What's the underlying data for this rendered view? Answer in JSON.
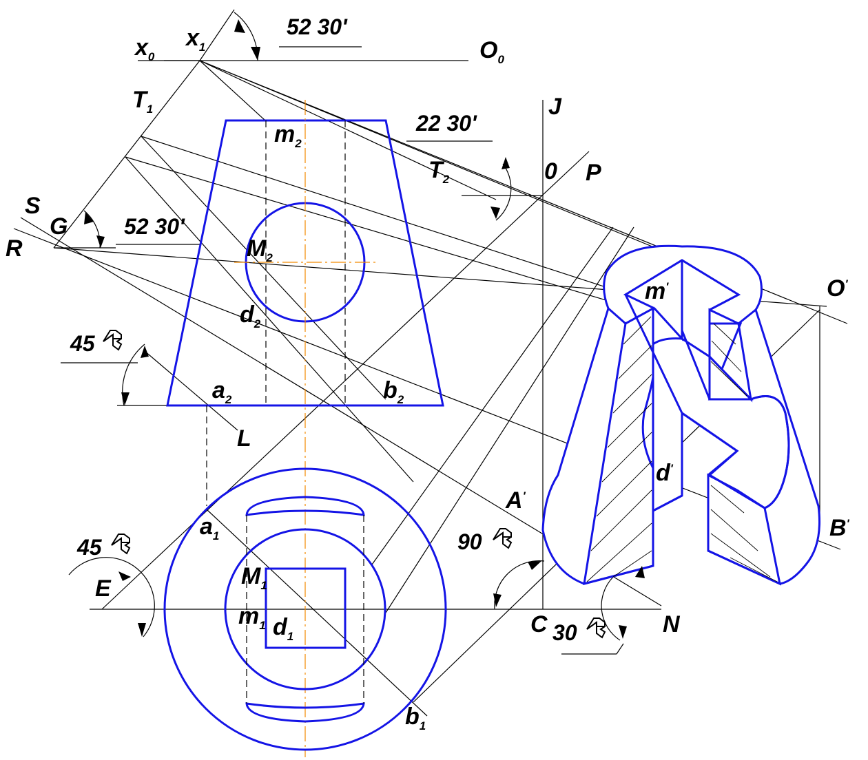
{
  "colors": {
    "outline": "#1414e6",
    "construction": "#000000",
    "center_line": "#f28a00",
    "background": "#ffffff"
  },
  "labels": {
    "x0": "x",
    "x0_sub": "0",
    "x1": "x",
    "x1_sub": "1",
    "O0": "O",
    "O0_sub": "0",
    "T1": "T",
    "T1_sub": "1",
    "T2": "T",
    "T2_sub": "2",
    "J": "J",
    "zero": "0",
    "P": "P",
    "S": "S",
    "G": "G",
    "R": "R",
    "L": "L",
    "m2": "m",
    "m2_sub": "2",
    "M2": "M",
    "M2_sub": "2",
    "d2": "d",
    "d2_sub": "2",
    "a2": "a",
    "a2_sub": "2",
    "b2": "b",
    "b2_sub": "2",
    "m_prime": "m",
    "m_prime_mark": "'",
    "O_prime": "O",
    "O_prime_mark": "'",
    "d_prime": "d",
    "d_prime_mark": "'",
    "A_prime": "A",
    "A_prime_mark": "'",
    "B_prime": "B",
    "B_prime_mark": "'",
    "a1": "a",
    "a1_sub": "1",
    "M1": "M",
    "M1_sub": "1",
    "m1": "m",
    "m1_sub": "1",
    "d1": "d",
    "d1_sub": "1",
    "b1": "b",
    "b1_sub": "1",
    "E": "E",
    "C": "C",
    "N": "N"
  },
  "angles": {
    "top": "52 30'",
    "middle": "22 30'",
    "left": "52 30'",
    "left_45": "45",
    "bottom_45": "45",
    "right_90": "90",
    "bottom_30": "30"
  },
  "icons": [
    "degree-arrow-icon"
  ]
}
